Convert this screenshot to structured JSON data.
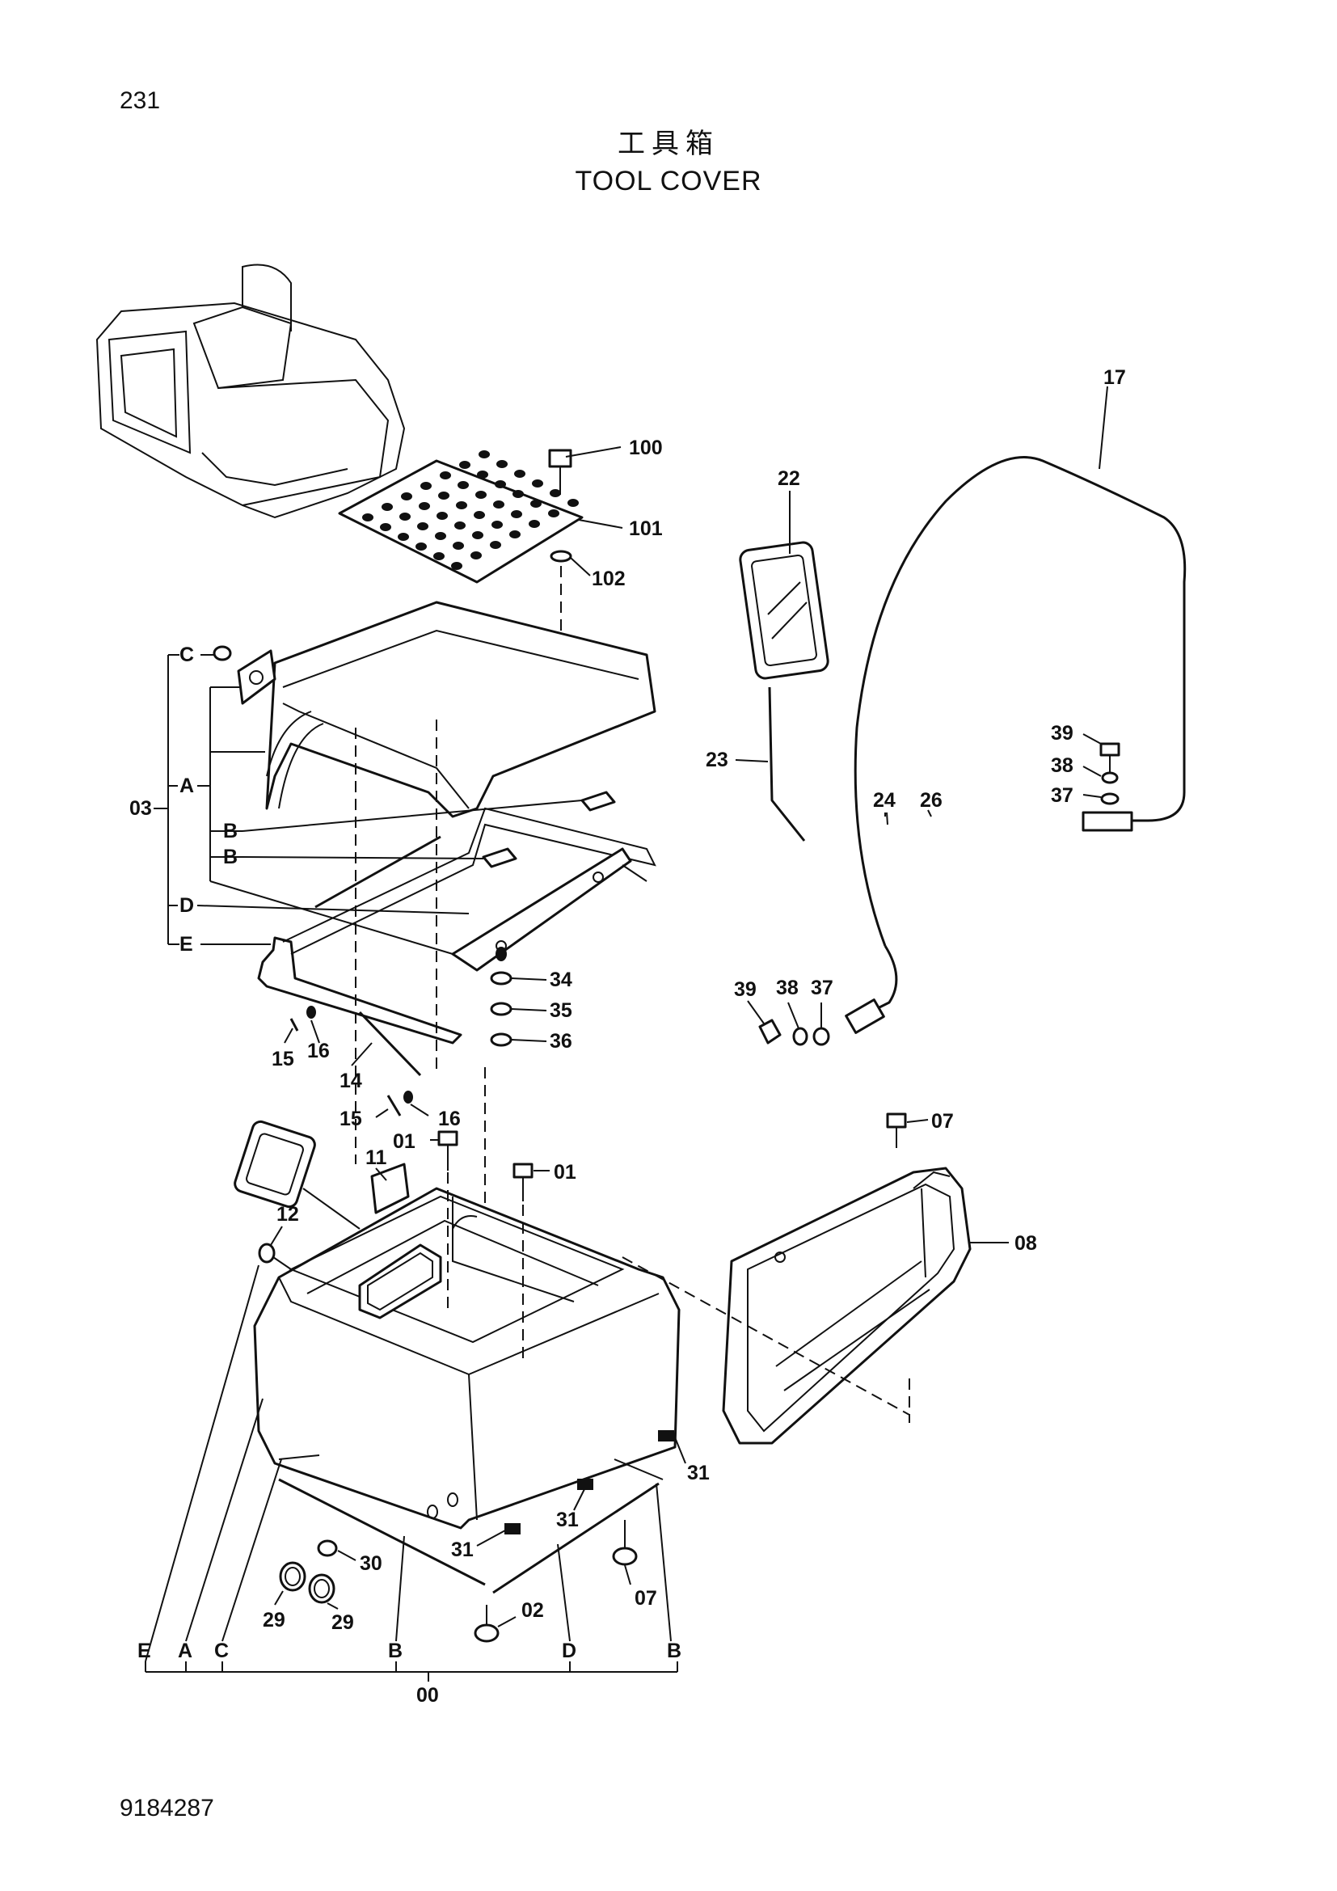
{
  "page_number": "231",
  "title_jp": "工具箱",
  "title_en": "TOOL COVER",
  "doc_number": "9184287",
  "callouts": {
    "c100": "100",
    "c101": "101",
    "c102": "102",
    "c22": "22",
    "c17": "17",
    "c23": "23",
    "c24": "24",
    "c26": "26",
    "c39a": "39",
    "c38a": "38",
    "c37a": "37",
    "c39b": "39",
    "c38b": "38",
    "c37b": "37",
    "cC": "C",
    "cA": "A",
    "c03": "03",
    "cB1": "B",
    "cB2": "B",
    "cD": "D",
    "cE": "E",
    "c34": "34",
    "c35": "35",
    "c36": "36",
    "c15a": "15",
    "c16a": "16",
    "c14": "14",
    "c15b": "15",
    "c16b": "16",
    "c01a": "01",
    "c01b": "01",
    "c11": "11",
    "c12": "12",
    "c07a": "07",
    "c08": "08",
    "c31a": "31",
    "c31b": "31",
    "c31c": "31",
    "c30": "30",
    "c29a": "29",
    "c29b": "29",
    "c07b": "07",
    "c02": "02",
    "bE": "E",
    "bA": "A",
    "bC": "C",
    "bB1": "B",
    "bD": "D",
    "bB2": "B",
    "c00": "00"
  }
}
